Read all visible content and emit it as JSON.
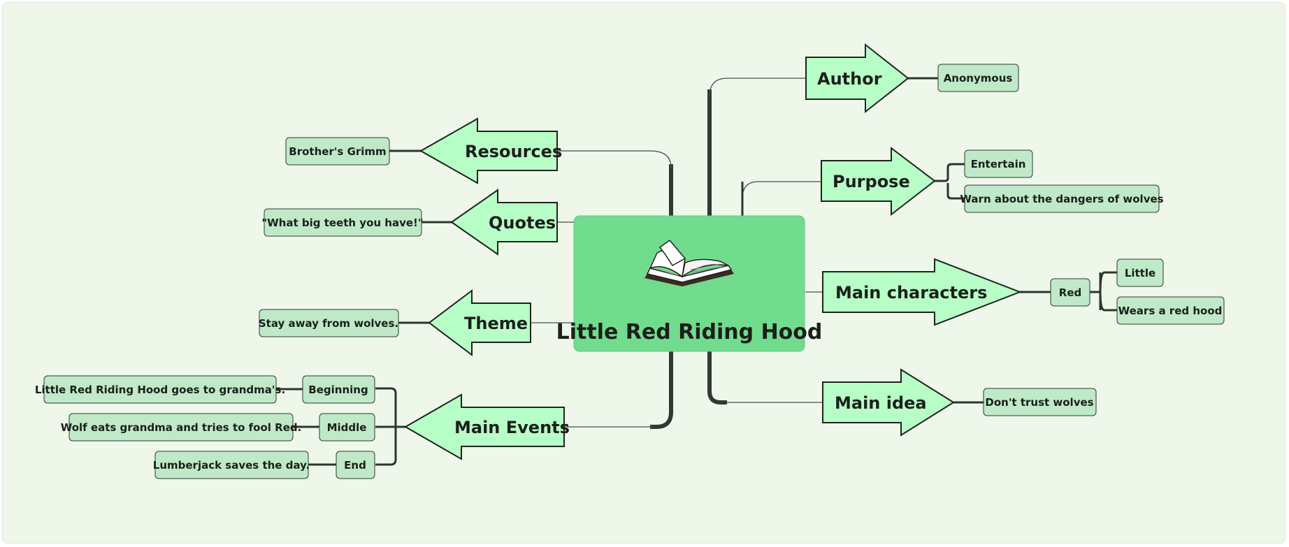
{
  "map": {
    "central": {
      "title": "Little Red Riding Hood",
      "icon": "open-book-icon"
    },
    "right": {
      "author": {
        "label": "Author",
        "details": [
          "Anonymous"
        ]
      },
      "purpose": {
        "label": "Purpose",
        "details": [
          "Entertain",
          "Warn about the dangers of wolves"
        ]
      },
      "characters": {
        "label": "Main characters",
        "character": "Red",
        "details": [
          "Little",
          "Wears a red hood"
        ]
      },
      "idea": {
        "label": "Main idea",
        "details": [
          "Don't trust wolves"
        ]
      }
    },
    "left": {
      "resources": {
        "label": "Resources",
        "details": [
          "Brother's Grimm"
        ]
      },
      "quotes": {
        "label": "Quotes",
        "details": [
          "\"What big teeth you have!\""
        ]
      },
      "theme": {
        "label": "Theme",
        "details": [
          "Stay away from wolves."
        ]
      },
      "events": {
        "label": "Main Events",
        "stages": [
          {
            "stage": "Beginning",
            "detail": "Little Red Riding Hood goes to grandma's."
          },
          {
            "stage": "Middle",
            "detail": "Wolf eats grandma and tries to fool Red."
          },
          {
            "stage": "End",
            "detail": "Lumberjack saves the day."
          }
        ]
      }
    }
  },
  "colors": {
    "canvas": "#eef7ea",
    "central_fill": "#72dc8e",
    "topic_fill": "#b7ffc6",
    "detail_fill": "#bfe9c8",
    "connector": "#2f3a30"
  }
}
